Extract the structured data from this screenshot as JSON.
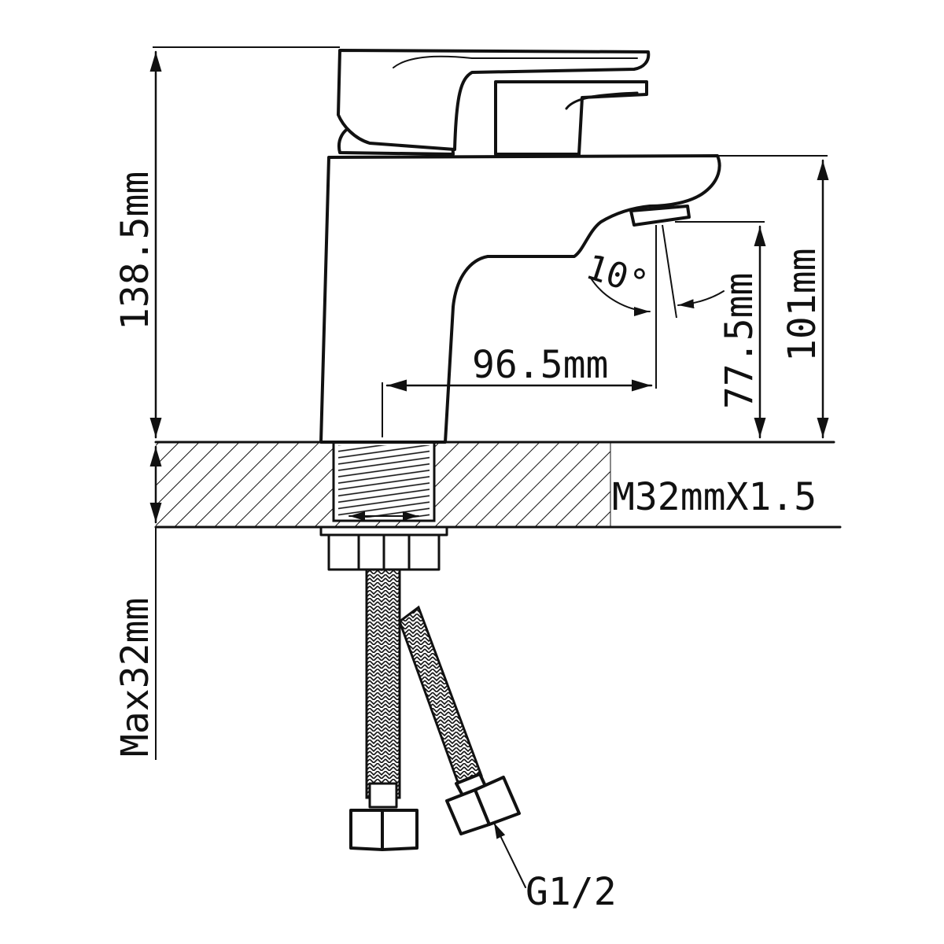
{
  "dimensions": {
    "total_height": "138.5mm",
    "spout_height": "101mm",
    "outlet_height": "77.5mm",
    "spout_reach": "96.5mm",
    "spout_angle": "10°",
    "thread": "M32mmX1.5",
    "max_deck": "Max32mm",
    "hose_connector": "G1/2"
  }
}
